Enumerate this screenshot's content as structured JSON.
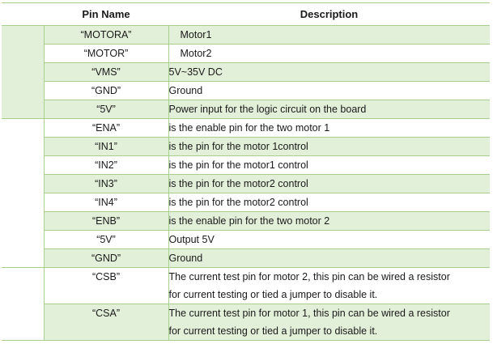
{
  "table": {
    "headers": {
      "pin_name": "Pin Name",
      "description": "Description"
    },
    "groups": [
      {
        "rows": [
          {
            "pin": "“MOTORA”",
            "description": [
              "Motor1"
            ]
          },
          {
            "pin": "“MOTOR”",
            "description": [
              "Motor2"
            ]
          },
          {
            "pin": "“VMS”",
            "description": [
              "5V~35V DC"
            ]
          },
          {
            "pin": "“GND”",
            "description": [
              "Ground"
            ]
          },
          {
            "pin": "“5V”",
            "description": [
              "Power input for the logic circuit on the board"
            ]
          }
        ]
      },
      {
        "rows": [
          {
            "pin": "“ENA”",
            "description": [
              "is the enable pin for the two motor 1"
            ]
          },
          {
            "pin": "“IN1”",
            "description": [
              "is the pin for the motor 1control"
            ]
          },
          {
            "pin": "“IN2”",
            "description": [
              "is the pin for the motor1 control"
            ]
          },
          {
            "pin": "“IN3”",
            "description": [
              "is the pin for the motor2 control"
            ]
          },
          {
            "pin": "“IN4”",
            "description": [
              "is the pin for the motor2 control"
            ]
          },
          {
            "pin": "“ENB”",
            "description": [
              "is the enable pin for the two motor 2"
            ]
          },
          {
            "pin": "“5V”",
            "description": [
              "Output 5V"
            ]
          },
          {
            "pin": "“GND”",
            "description": [
              "Ground"
            ]
          }
        ]
      },
      {
        "rows": [
          {
            "pin": "“CSB”",
            "description": [
              "The current test pin for motor 2, this pin can be wired a resistor",
              "for current testing or tied a jumper to disable it."
            ]
          },
          {
            "pin": "“CSA”",
            "description": [
              "The current test pin for motor 1, this pin can be wired a resistor",
              "for current testing or tied a jumper to disable it."
            ]
          }
        ]
      }
    ]
  },
  "colors": {
    "row_shade": "#e2efd9",
    "border": "#a8d08d"
  }
}
